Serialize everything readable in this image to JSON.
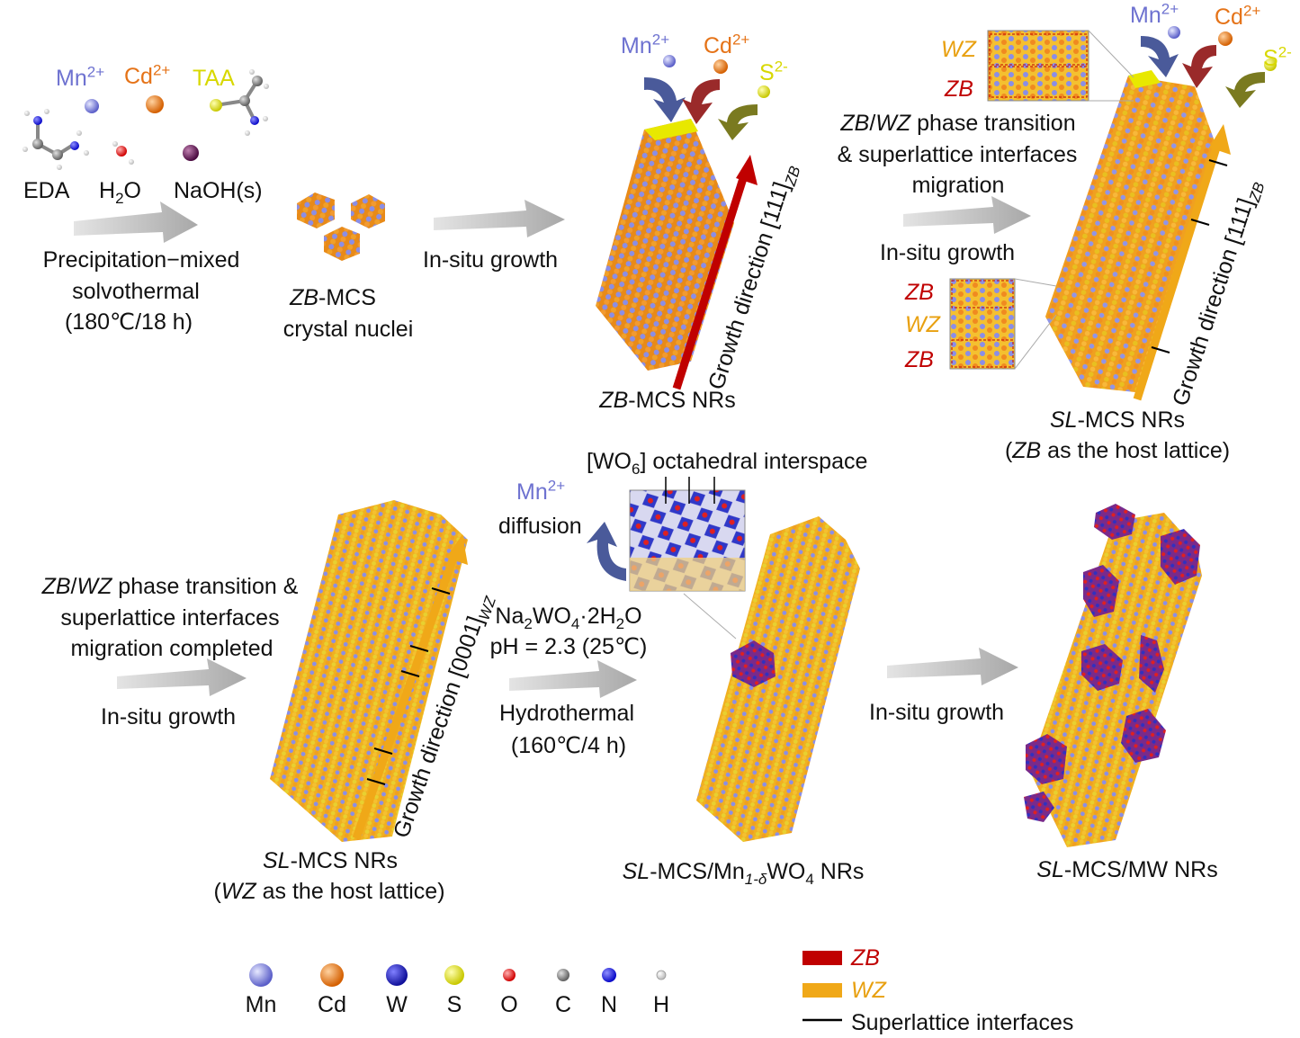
{
  "ions": {
    "mn": "Mn",
    "mn_charge": "2+",
    "cd": "Cd",
    "cd_charge": "2+",
    "taa": "TAA",
    "s": "S",
    "s_charge": "2-"
  },
  "reagents": {
    "eda": "EDA",
    "water_h": "H",
    "water_2": "2",
    "water_o": "O",
    "naoh": "NaOH(s)"
  },
  "step1": {
    "line1": "Precipitation−mixed",
    "line2": "solvothermal",
    "line3": "(180℃/18 h)"
  },
  "nuclei": {
    "prefix": "ZB",
    "name": "-MCS",
    "line2": "crystal nuclei"
  },
  "insitu": "In-situ growth",
  "zb_nrs": {
    "prefix": "ZB",
    "name": "-MCS NRs"
  },
  "growth": {
    "text": "Growth direction ",
    "zb_dir": "[111]",
    "zb_sub": "ZB",
    "wz_dir": "[0001]",
    "wz_sub": "WZ"
  },
  "phase": {
    "zb": "ZB",
    "slash": "/",
    "wz": "WZ",
    "line1_rest": " phase transition",
    "line2": "& superlattice interfaces",
    "line3": "migration"
  },
  "phase2": {
    "line1_rest": " phase transition &",
    "line2": "superlattice interfaces",
    "line3": "migration completed"
  },
  "sl_nrs": {
    "prefix": "SL",
    "name": "-MCS NRs"
  },
  "host_zb": {
    "open": "(",
    "zb": "ZB",
    "rest": " as the host lattice)"
  },
  "host_wz": {
    "open": "(",
    "wz": "WZ",
    "rest": " as the host lattice)"
  },
  "inset_labels": [
    "WZ",
    "ZB",
    "ZB",
    "WZ",
    "ZB"
  ],
  "wo6": {
    "open": "[WO",
    "sub": "6",
    "rest": "] octahedral interspace"
  },
  "diffusion": "diffusion",
  "reagent2": {
    "a": "Na",
    "a_sub": "2",
    "b": "WO",
    "b_sub": "4",
    "c": "·2H",
    "c_sub": "2",
    "d": "O",
    "ph": "pH = 2.3 (25℃)"
  },
  "hydro": {
    "line1": "Hydrothermal",
    "line2": "(160℃/4 h)"
  },
  "mwo_nrs": {
    "prefix": "SL",
    "mid": "-MCS/Mn",
    "sub": "1-δ",
    "w": "WO",
    "w_sub": "4",
    "end": " NRs"
  },
  "mw_nrs": {
    "prefix": "SL",
    "name": "-MCS/MW NRs"
  },
  "legend_atoms": [
    {
      "label": "Mn",
      "color": "#8286e0"
    },
    {
      "label": "Cd",
      "color": "#f08020"
    },
    {
      "label": "W",
      "color": "#2222b0"
    },
    {
      "label": "S",
      "color": "#e8e800"
    },
    {
      "label": "O",
      "color": "#ee1111"
    },
    {
      "label": "C",
      "color": "#888888"
    },
    {
      "label": "N",
      "color": "#1515e0"
    },
    {
      "label": "H",
      "color": "#f4f4f4"
    }
  ],
  "legend_phase": [
    {
      "label": "ZB",
      "color": "#c00000"
    },
    {
      "label": "WZ",
      "color": "#f0a818"
    },
    {
      "label": "Superlattice interfaces",
      "color": "#000000"
    }
  ],
  "colors": {
    "mn": "#8286e0",
    "cd": "#f08020",
    "s": "#e8e800",
    "zb": "#c00000",
    "wz": "#f0a818",
    "arrow": "#b8b8b8"
  }
}
